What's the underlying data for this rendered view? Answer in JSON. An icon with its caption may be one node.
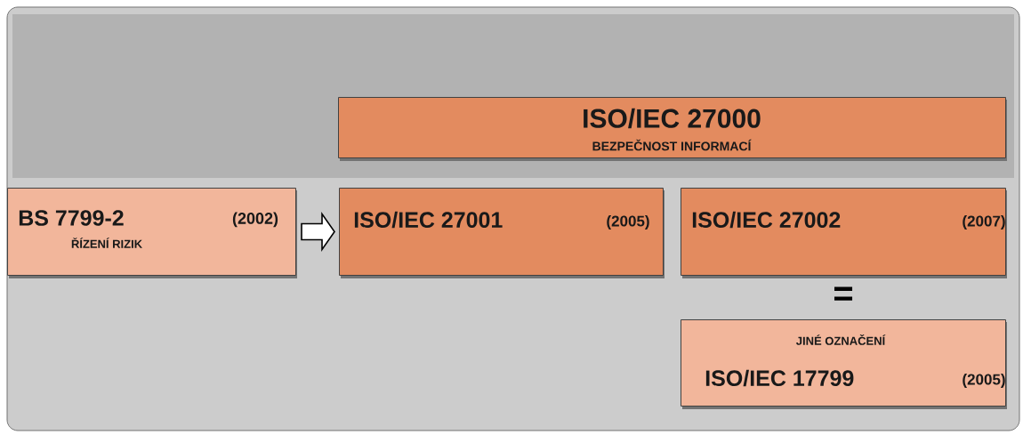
{
  "diagram": {
    "nodes": [
      {
        "text": [
          "ISO/IEC 27000",
          "BEZPEČNOST INFORMACÍ"
        ]
      },
      {
        "text": [
          "BS 7799-2",
          "(2002)",
          "ŘÍZENÍ RIZIK"
        ]
      },
      {
        "text": [
          "ISO/IEC 27001",
          "(2005)"
        ]
      },
      {
        "text": [
          "ISO/IEC 27002",
          "(2007)"
        ]
      },
      {
        "text": [
          "JINÉ OZNAČENÍ",
          "ISO/IEC 17799",
          "(2005)"
        ]
      }
    ],
    "edges": [
      {
        "from": 1,
        "to": 2,
        "arrow": "to"
      }
    ],
    "labels": [
      "="
    ]
  }
}
